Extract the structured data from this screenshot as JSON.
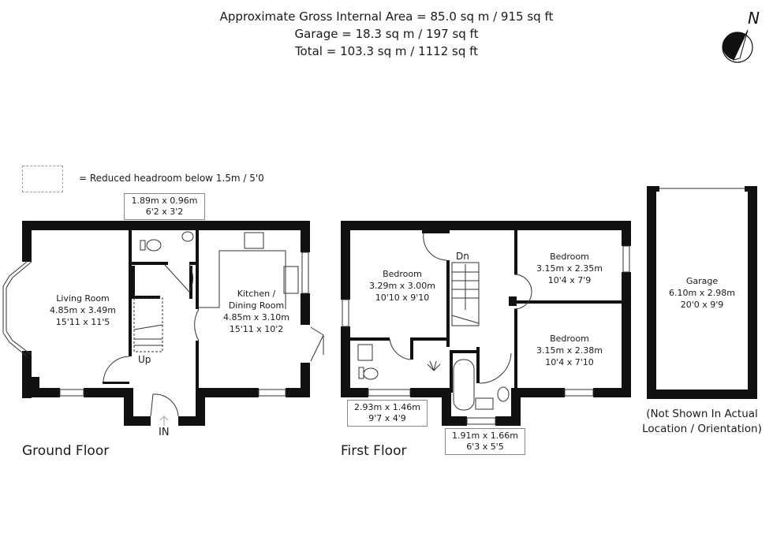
{
  "header": {
    "line1": "Approximate Gross Internal Area = 85.0 sq m / 915 sq ft",
    "line2": "Garage = 18.3 sq m / 197 sq ft",
    "line3": "Total = 103.3 sq m / 1112 sq ft"
  },
  "compass": {
    "label": "N",
    "icon": "north-arrow-icon"
  },
  "legend": {
    "text": "= Reduced headroom below 1.5m / 5'0"
  },
  "ground_floor": {
    "title": "Ground Floor",
    "entrance_label": "IN",
    "stairs_label": "Up",
    "wc_dimensions": {
      "metric": "1.89m x 0.96m",
      "imperial": "6'2 x 3'2"
    },
    "rooms": [
      {
        "name": "Living Room",
        "metric": "4.85m x 3.49m",
        "imperial": "15'11 x 11'5"
      },
      {
        "name": "Kitchen /",
        "name2": "Dining Room",
        "metric": "4.85m x 3.10m",
        "imperial": "15'11 x 10'2"
      }
    ]
  },
  "first_floor": {
    "title": "First Floor",
    "stairs_label": "Dn",
    "rooms": [
      {
        "name": "Bedroom",
        "metric": "3.29m x 3.00m",
        "imperial": "10'10 x 9'10"
      },
      {
        "name": "Bedroom",
        "metric": "3.15m x 2.35m",
        "imperial": "10'4 x 7'9"
      },
      {
        "name": "Bedroom",
        "metric": "3.15m x 2.38m",
        "imperial": "10'4 x 7'10"
      }
    ],
    "ensuite_dimensions": {
      "metric": "2.93m x 1.46m",
      "imperial": "9'7 x 4'9"
    },
    "bathroom_dimensions": {
      "metric": "1.91m x 1.66m",
      "imperial": "6'3 x 5'5"
    }
  },
  "garage": {
    "name": "Garage",
    "metric": "6.10m x 2.98m",
    "imperial": "20'0 x 9'9",
    "note_line1": "(Not Shown In Actual",
    "note_line2": "Location / Orientation)"
  },
  "colors": {
    "wall": "#111111",
    "text": "#1a1a1a",
    "border": "#888888",
    "dashed": "#999999"
  }
}
